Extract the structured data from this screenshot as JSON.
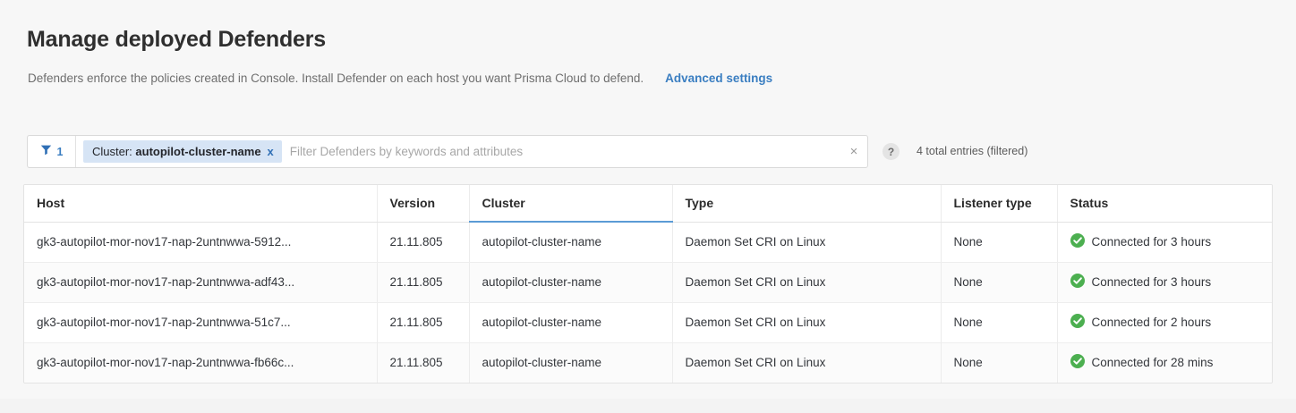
{
  "header": {
    "title": "Manage deployed Defenders",
    "subtitle": "Defenders enforce the policies created in Console. Install Defender on each host you want Prisma Cloud to defend.",
    "advanced_link": "Advanced settings"
  },
  "filter_bar": {
    "filter_icon": "funnel-icon",
    "active_filter_count": "1",
    "chip": {
      "label": "Cluster:",
      "value": "autopilot-cluster-name",
      "remove_label": "x"
    },
    "search_placeholder": "Filter Defenders by keywords and attributes",
    "search_value": "",
    "clear_icon": "×",
    "help_icon": "?",
    "entries_summary": "4 total entries (filtered)"
  },
  "table": {
    "columns": [
      {
        "key": "host",
        "label": "Host",
        "sorted": false
      },
      {
        "key": "version",
        "label": "Version",
        "sorted": false
      },
      {
        "key": "cluster",
        "label": "Cluster",
        "sorted": true
      },
      {
        "key": "type",
        "label": "Type",
        "sorted": false
      },
      {
        "key": "listener_type",
        "label": "Listener type",
        "sorted": false
      },
      {
        "key": "status",
        "label": "Status",
        "sorted": false
      }
    ],
    "rows": [
      {
        "host": "gk3-autopilot-mor-nov17-nap-2untnwwa-5912...",
        "version": "21.11.805",
        "cluster": "autopilot-cluster-name",
        "type": "Daemon Set CRI on Linux",
        "listener_type": "None",
        "status": "Connected for 3 hours",
        "status_icon": "check-circle-icon"
      },
      {
        "host": "gk3-autopilot-mor-nov17-nap-2untnwwa-adf43...",
        "version": "21.11.805",
        "cluster": "autopilot-cluster-name",
        "type": "Daemon Set CRI on Linux",
        "listener_type": "None",
        "status": "Connected for 3 hours",
        "status_icon": "check-circle-icon"
      },
      {
        "host": "gk3-autopilot-mor-nov17-nap-2untnwwa-51c7...",
        "version": "21.11.805",
        "cluster": "autopilot-cluster-name",
        "type": "Daemon Set CRI on Linux",
        "listener_type": "None",
        "status": "Connected for 2 hours",
        "status_icon": "check-circle-icon"
      },
      {
        "host": "gk3-autopilot-mor-nov17-nap-2untnwwa-fb66c...",
        "version": "21.11.805",
        "cluster": "autopilot-cluster-name",
        "type": "Daemon Set CRI on Linux",
        "listener_type": "None",
        "status": "Connected for 28 mins",
        "status_icon": "check-circle-icon"
      }
    ]
  },
  "colors": {
    "link": "#3a7ec1",
    "chip_background": "#d6e4f5",
    "sorted_underline": "#5b9bd5",
    "status_ok": "#4caf50",
    "page_background": "#f3f3f3"
  }
}
